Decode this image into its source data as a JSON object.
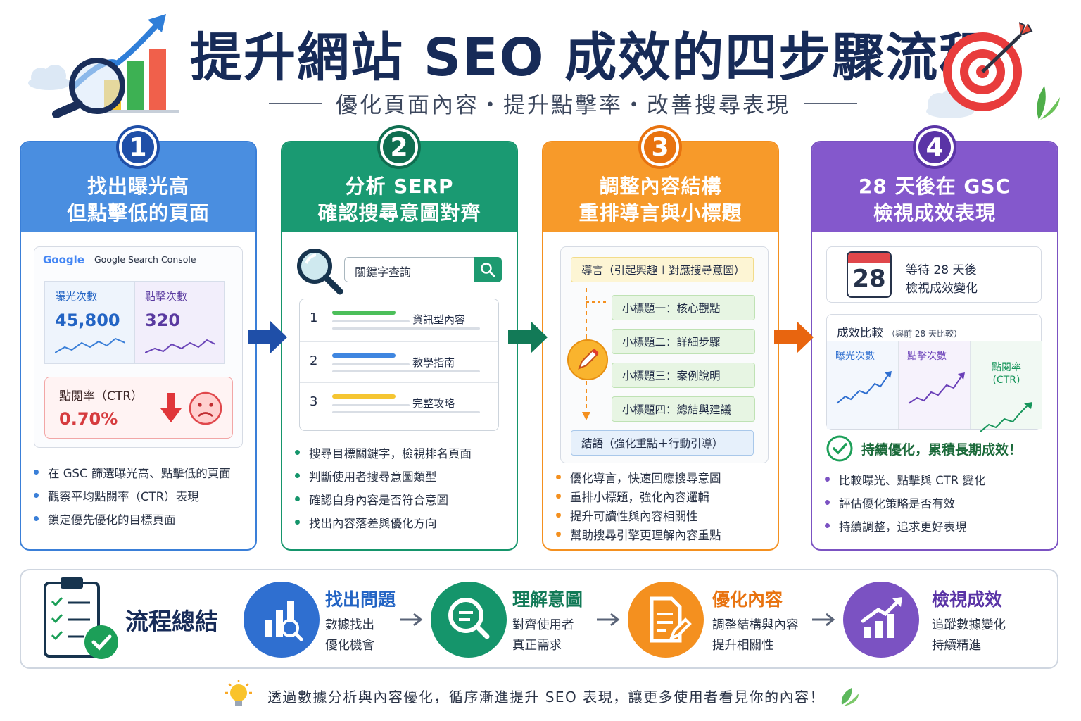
{
  "header": {
    "title": "提升網站 SEO 成效的四步驟流程",
    "subtitle": "優化頁面內容・提升點擊率・改善搜尋表現"
  },
  "colors": {
    "blue": "#3a7fd8",
    "green": "#15956b",
    "orange": "#f4901f",
    "purple": "#7b52c2",
    "navy": "#172b58",
    "red": "#e0474b"
  },
  "steps": [
    {
      "number": "1",
      "heading_line1": "找出曝光高",
      "heading_line2": "但點擊低的頁面",
      "console": {
        "brand": "Google",
        "product": "Google Search Console",
        "impressions_label": "曝光次數",
        "impressions_value": "45,800",
        "clicks_label": "點擊次數",
        "clicks_value": "320",
        "ctr_label": "點閱率（CTR）",
        "ctr_value": "0.70%"
      },
      "bullets": [
        "在 GSC 篩選曝光高、點擊低的頁面",
        "觀察平均點閱率（CTR）表現",
        "鎖定優先優化的目標頁面"
      ]
    },
    {
      "number": "2",
      "heading_line1": "分析 SERP",
      "heading_line2": "確認搜尋意圖對齊",
      "search_placeholder": "關鍵字查詢",
      "results": [
        {
          "rank": "1",
          "label": "資訊型內容",
          "color": "#4cbf5a"
        },
        {
          "rank": "2",
          "label": "教學指南",
          "color": "#3f86e0"
        },
        {
          "rank": "3",
          "label": "完整攻略",
          "color": "#f5c531"
        }
      ],
      "bullets": [
        "搜尋目標關鍵字，檢視排名頁面",
        "判斷使用者搜尋意圖類型",
        "確認自身內容是否符合意圖",
        "找出內容落差與優化方向"
      ]
    },
    {
      "number": "3",
      "heading_line1": "調整內容結構",
      "heading_line2": "重排導言與小標題",
      "intro": "導言（引起興趣＋對應搜尋意圖）",
      "subheads": [
        "小標題一：核心觀點",
        "小標題二：詳細步驟",
        "小標題三：案例說明",
        "小標題四：總結與建議"
      ],
      "conclusion": "結語（強化重點＋行動引導）",
      "bullets": [
        "優化導言，快速回應搜尋意圖",
        "重排小標題，強化內容邏輯",
        "提升可讀性與內容相關性",
        "幫助搜尋引擎更理解內容重點"
      ]
    },
    {
      "number": "4",
      "heading_line1": "28 天後在 GSC",
      "heading_line2": "檢視成效表現",
      "calendar_day": "28",
      "wait_line1": "等待 28 天後",
      "wait_line2": "檢視成效變化",
      "compare_title": "成效比較",
      "compare_note": "（與前 28 天比較）",
      "compare_cols": [
        {
          "label": "曝光次數",
          "color": "#2f6fd0"
        },
        {
          "label": "點擊次數",
          "color": "#6a3fb8"
        },
        {
          "label": "點閱率\n(CTR)",
          "color": "#16955a"
        }
      ],
      "success": "持續優化，累積長期成效！",
      "bullets": [
        "比較曝光、點擊與 CTR 變化",
        "評估優化策略是否有效",
        "持續調整，追求更好表現"
      ]
    }
  ],
  "summary": {
    "title": "流程總結",
    "items": [
      {
        "title": "找出問題",
        "line1": "數據找出",
        "line2": "優化機會"
      },
      {
        "title": "理解意圖",
        "line1": "對齊使用者",
        "line2": "真正需求"
      },
      {
        "title": "優化內容",
        "line1": "調整結構與內容",
        "line2": "提升相關性"
      },
      {
        "title": "檢視成效",
        "line1": "追蹤數據變化",
        "line2": "持續精進"
      }
    ]
  },
  "footer": "透過數據分析與內容優化，循序漸進提升 SEO 表現，讓更多使用者看見你的內容！"
}
